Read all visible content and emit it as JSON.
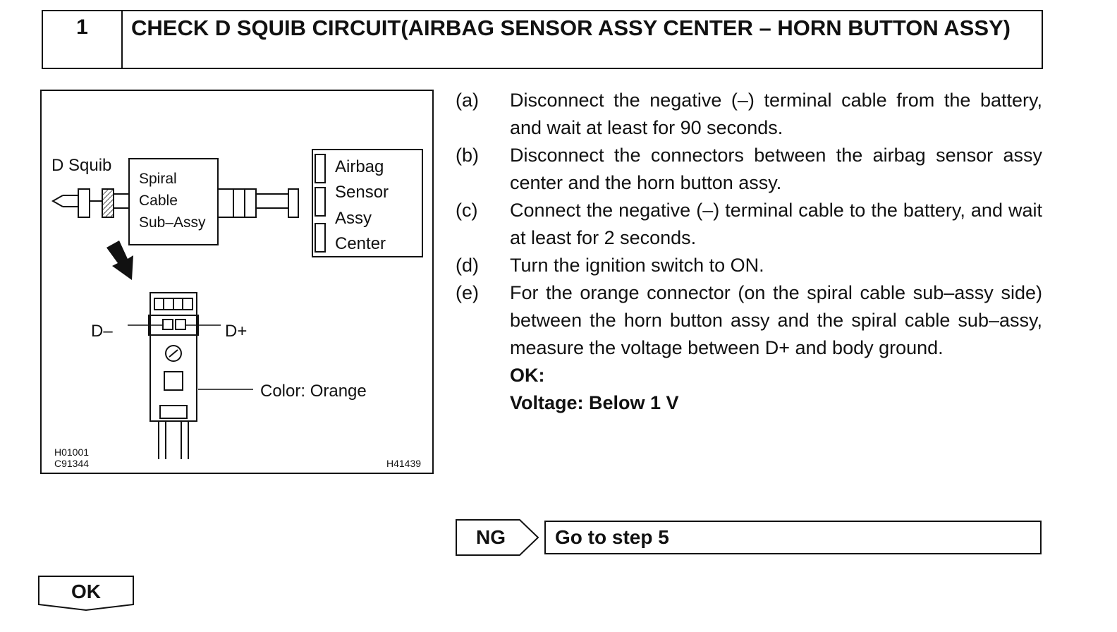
{
  "header": {
    "step_number": "1",
    "title": "CHECK D SQUIB CIRCUIT(AIRBAG SENSOR ASSY CENTER – HORN BUTTON ASSY)"
  },
  "figure": {
    "d_squib_label": "D Squib",
    "spiral_cable_lines": [
      "Spiral",
      "Cable",
      "Sub–Assy"
    ],
    "airbag_sensor_lines": [
      "Airbag",
      "Sensor",
      "Assy",
      "Center"
    ],
    "d_minus_label": "D–",
    "d_plus_label": "D+",
    "color_label": "Color: Orange",
    "ref_codes_left": [
      "H01001",
      "C91344"
    ],
    "ref_code_right": "H41439"
  },
  "steps": [
    {
      "letter": "(a)",
      "text": "Disconnect the negative (–) terminal cable from the battery, and wait at least for 90 seconds."
    },
    {
      "letter": "(b)",
      "text": "Disconnect the connectors between the airbag sensor assy center and the horn button assy."
    },
    {
      "letter": "(c)",
      "text": "Connect the negative (–) terminal cable to the battery, and wait at least for 2 seconds."
    },
    {
      "letter": "(d)",
      "text": "Turn the ignition switch to ON."
    },
    {
      "letter": "(e)",
      "text": "For the orange connector (on the spiral cable sub–assy side) between the horn button assy and the spiral cable sub–assy, measure the voltage between D+ and body ground."
    }
  ],
  "spec": {
    "ok_heading": "OK:",
    "value": "Voltage: Below 1 V"
  },
  "branches": {
    "ng_label": "NG",
    "ng_action": "Go to step 5",
    "ok_label": "OK"
  }
}
